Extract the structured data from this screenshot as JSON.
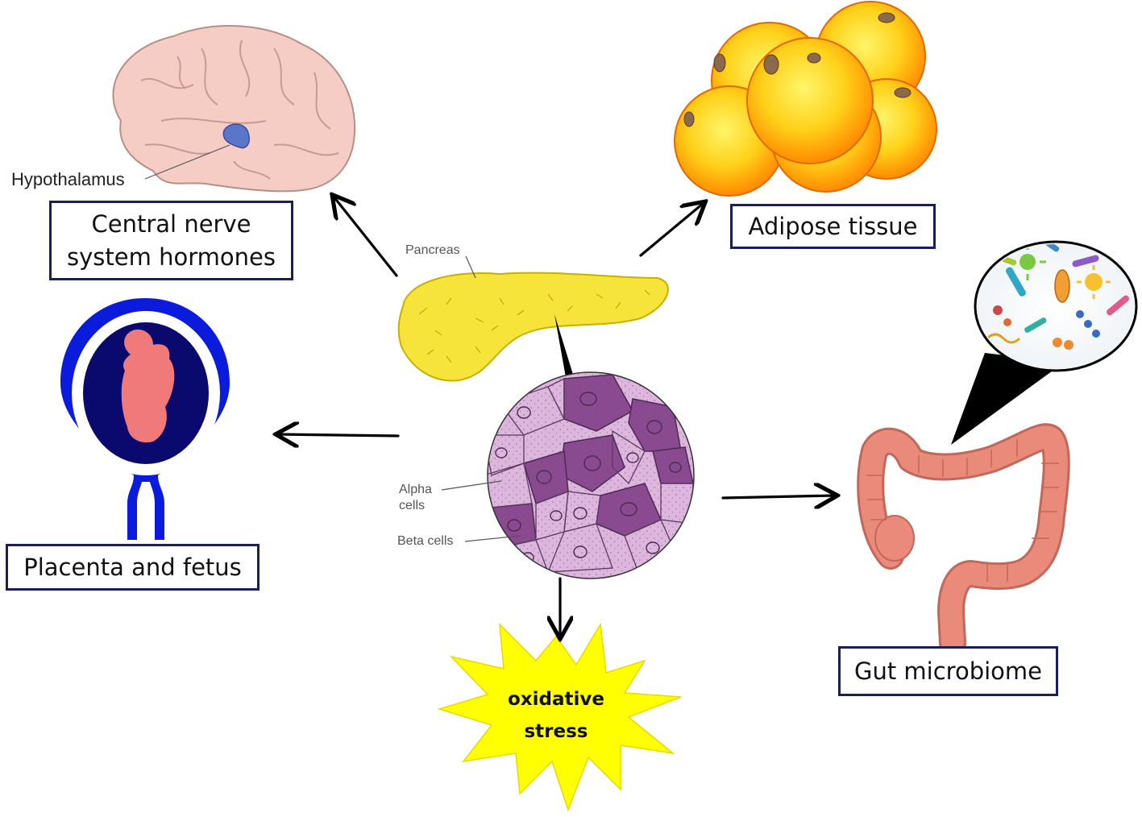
{
  "labels": {
    "hypothalamus": "Hypothalamus",
    "pancreas": "Pancreas",
    "alpha_cells_line1": "Alpha",
    "alpha_cells_line2": "cells",
    "beta_cells": "Beta cells"
  },
  "boxes": {
    "cns_line1": "Central nerve",
    "cns_line2": "system hormones",
    "adipose": "Adipose tissue",
    "placenta": "Placenta and fetus",
    "gut": "Gut microbiome"
  },
  "oxidative": {
    "line1": "oxidative",
    "line2": "stress"
  },
  "colors": {
    "box_border": "#1a1f5a",
    "pancreas": "#f6e43a",
    "islet_light": "#dcb6dc",
    "islet_dark": "#8a4a90",
    "placenta_blue": "#0a1bdc",
    "placenta_navy": "#0a0a6e",
    "fetus": "#f07a7a",
    "starburst": "#ffff00",
    "colon": "#e98a7a"
  }
}
